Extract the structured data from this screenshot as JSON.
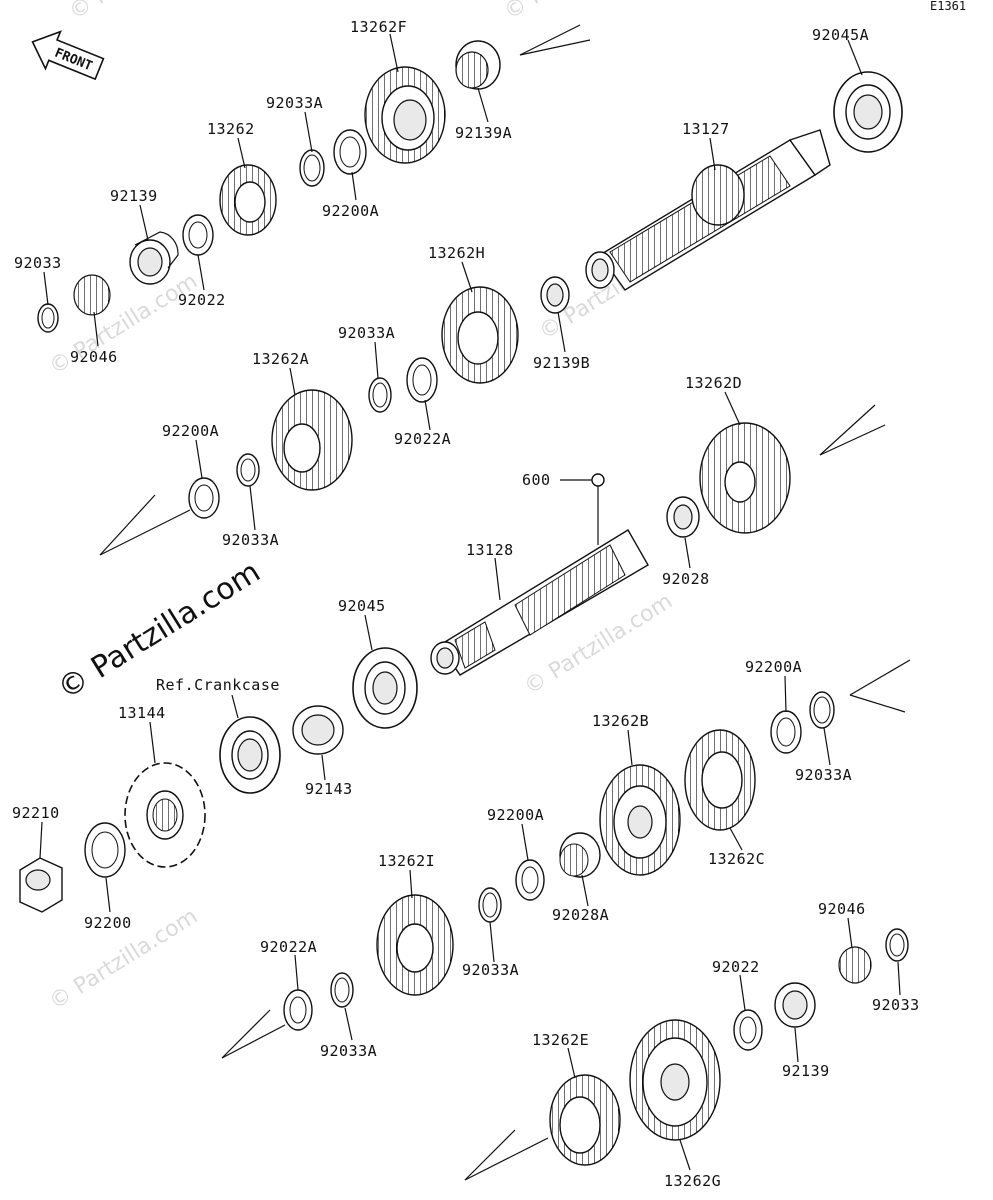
{
  "diagram_code": "E1361",
  "front_label": "FRONT",
  "watermarks": [
    "© Partzilla.com",
    "© Partzilla.com",
    "© Partzilla.com",
    "© Partzilla.com",
    "© Partzilla.com",
    "© Partzilla.com"
  ],
  "ref_note": "Ref.Crankcase",
  "labels": {
    "p13262F": "13262F",
    "p92045A": "92045A",
    "p92033A_1": "92033A",
    "p13262": "13262",
    "p92139A": "92139A",
    "p92139": "92139",
    "p92200A_1": "92200A",
    "p13127": "13127",
    "p92033": "92033",
    "p92022": "92022",
    "p92046": "92046",
    "p13262H": "13262H",
    "p92033A_2": "92033A",
    "p92139B": "92139B",
    "p13262A": "13262A",
    "p92022A_1": "92022A",
    "p13262D": "13262D",
    "p92200A_2": "92200A",
    "p600": "600",
    "p92033A_3": "92033A",
    "p13128": "13128",
    "p92028": "92028",
    "p92045": "92045",
    "p92200A_3": "92200A",
    "p13144": "13144",
    "p13262B": "13262B",
    "p92033A_4": "92033A",
    "p92143": "92143",
    "p92210": "92210",
    "p92200A_4": "92200A",
    "p13262C": "13262C",
    "p13262I": "13262I",
    "p92028A": "92028A",
    "p92200": "92200",
    "p92033A_5": "92033A",
    "p92046_2": "92046",
    "p92022A_2": "92022A",
    "p92022_2": "92022",
    "p92033_2": "92033",
    "p92033A_6": "92033A",
    "p13262E": "13262E",
    "p92139_2": "92139",
    "p13262G": "13262G"
  },
  "icons": [
    "front-arrow-icon",
    "gear-icon",
    "bearing-icon",
    "shaft-icon",
    "sprocket-icon",
    "nut-icon",
    "circlip-icon",
    "washer-icon",
    "oil-seal-icon"
  ]
}
